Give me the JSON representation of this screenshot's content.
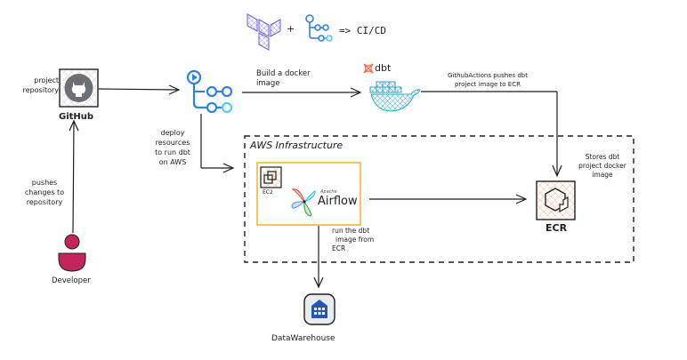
{
  "header": {
    "plus": "+",
    "result": "=> CI/CD",
    "icons": [
      "terraform-icon",
      "github-actions-icon"
    ]
  },
  "nodes": {
    "github": {
      "label": "GitHub",
      "icon": "github-icon"
    },
    "github_actions": {
      "label": "",
      "icon": "github-actions-icon"
    },
    "dbt_docker": {
      "label": "dbt",
      "icon": "docker-whale-icon"
    },
    "aws_group": {
      "label": "AWS Infrastructure"
    },
    "ec2": {
      "label": "EC2",
      "icon": "ec2-icon"
    },
    "airflow": {
      "small": "Apache",
      "label": "Airflow",
      "icon": "airflow-pinwheel-icon"
    },
    "ecr": {
      "label": "ECR",
      "icon": "ecr-icon"
    },
    "developer": {
      "label": "Developer",
      "icon": "user-icon"
    },
    "warehouse": {
      "label": "DataWarehouse",
      "icon": "warehouse-icon"
    }
  },
  "edge_labels": {
    "project_repository": [
      "project",
      "repository"
    ],
    "pushes_changes": [
      "pushes",
      "changes to",
      "repository"
    ],
    "build_docker": [
      "Build a docker",
      "image"
    ],
    "gha_pushes": [
      "GithubActions pushes dbt",
      "project image to ECR"
    ],
    "deploy": [
      "deploy",
      "resources",
      "to run dbt",
      "on AWS"
    ],
    "stores": [
      "Stores dbt",
      "project docker",
      "image"
    ],
    "run_dbt": [
      "run the dbt",
      "image from",
      "ECR"
    ]
  },
  "colors": {
    "stroke": "#1e1e1e",
    "terraform": "#6b5bd6",
    "gha_blue": "#2f80ed",
    "gha_light": "#56ccf2",
    "dbt": "#ff694a",
    "docker": "#2ba7c8",
    "ec2_fill": "#fbd5b5",
    "airflow_box": "#f5b82e",
    "developer": "#c2255c",
    "warehouse_fill": "#e9ecef",
    "warehouse_icon": "#2456b8",
    "github_circle": "#6c6f73"
  }
}
